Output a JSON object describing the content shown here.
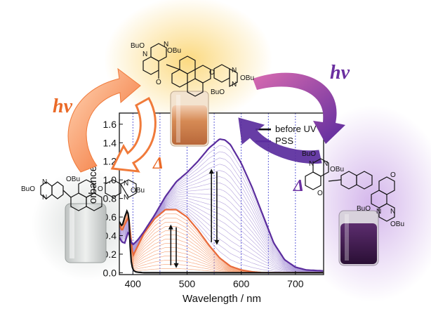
{
  "chart_data": {
    "type": "line",
    "ylabel": "Absorbance",
    "xlabel": "Wavelength  / nm",
    "xlim": [
      375,
      752
    ],
    "ylim": [
      -0.02,
      1.72
    ],
    "x_ticks": [
      400,
      500,
      600,
      700
    ],
    "y_ticks": [
      0.0,
      0.2,
      0.4,
      0.6,
      0.8,
      1.0,
      1.2,
      1.4,
      1.6
    ],
    "y_tick_labels": [
      "0.0",
      "0.2",
      "0.4",
      "0.6",
      "0.8",
      "1.0",
      "1.2",
      "1.4",
      "1.6"
    ],
    "x_tick_labels": [
      "400",
      "500",
      "600",
      "700"
    ],
    "vertical_grid": [
      400,
      450,
      500,
      550,
      600,
      650,
      700
    ],
    "legend": {
      "placement": "top-right",
      "entries": [
        "before UV",
        "PSS"
      ]
    },
    "series": [
      {
        "name": "before UV",
        "color": "#111111",
        "x": [
          375,
          380,
          385,
          390,
          393,
          396,
          400,
          405,
          410,
          420,
          450,
          500,
          600,
          700,
          752
        ],
        "y": [
          0.55,
          0.5,
          0.6,
          0.68,
          0.56,
          0.15,
          0.03,
          0.01,
          0.005,
          0.0,
          0.0,
          0.0,
          0.0,
          0.0,
          0.0
        ]
      },
      {
        "name": "PSS",
        "color": "#5b2d9e",
        "x": [
          375,
          380,
          385,
          392,
          396,
          400,
          410,
          420,
          440,
          460,
          480,
          500,
          520,
          540,
          560,
          570,
          580,
          600,
          620,
          640,
          660,
          680,
          700,
          720,
          752
        ],
        "y": [
          0.38,
          0.33,
          0.32,
          0.45,
          0.34,
          0.3,
          0.36,
          0.44,
          0.62,
          0.82,
          0.98,
          1.08,
          1.2,
          1.34,
          1.44,
          1.43,
          1.38,
          1.18,
          0.92,
          0.62,
          0.32,
          0.14,
          0.06,
          0.03,
          0.02
        ]
      },
      {
        "name": "",
        "color": "#e8693a",
        "x": [
          375,
          380,
          385,
          392,
          396,
          400,
          410,
          420,
          440,
          460,
          480,
          500,
          520,
          540,
          560,
          580,
          600,
          620,
          640,
          660,
          680,
          700,
          752
        ],
        "y": [
          0.52,
          0.45,
          0.52,
          0.6,
          0.4,
          0.18,
          0.3,
          0.42,
          0.58,
          0.68,
          0.68,
          0.6,
          0.46,
          0.3,
          0.16,
          0.07,
          0.03,
          0.01,
          0.0,
          0.0,
          0.0,
          0.0,
          0.0
        ]
      }
    ],
    "arrows": [
      {
        "x": 470,
        "direction": "up-down"
      },
      {
        "x": 480,
        "direction": "up-down"
      },
      {
        "x": 545,
        "direction": "up-down"
      },
      {
        "x": 555,
        "direction": "up-down"
      }
    ]
  },
  "scheme": {
    "hv_left": "hv",
    "hv_right": "hv",
    "delta_left": "Δ",
    "delta_right": "Δ",
    "colors": {
      "orange": "#f07a3a",
      "purple": "#6a2fa0"
    }
  },
  "molecules": {
    "top": [
      "BuO",
      "OBu",
      "N",
      "N",
      "O",
      "O",
      "N",
      "N",
      "OBu",
      "BuO"
    ],
    "left": [
      "BuO",
      "OBu",
      "N",
      "N",
      "O",
      "N",
      "N",
      "OBu"
    ],
    "right": [
      "BuO",
      "OBu",
      "N",
      "N",
      "O",
      "O",
      "BuO",
      "N",
      "N",
      "OBu"
    ]
  }
}
